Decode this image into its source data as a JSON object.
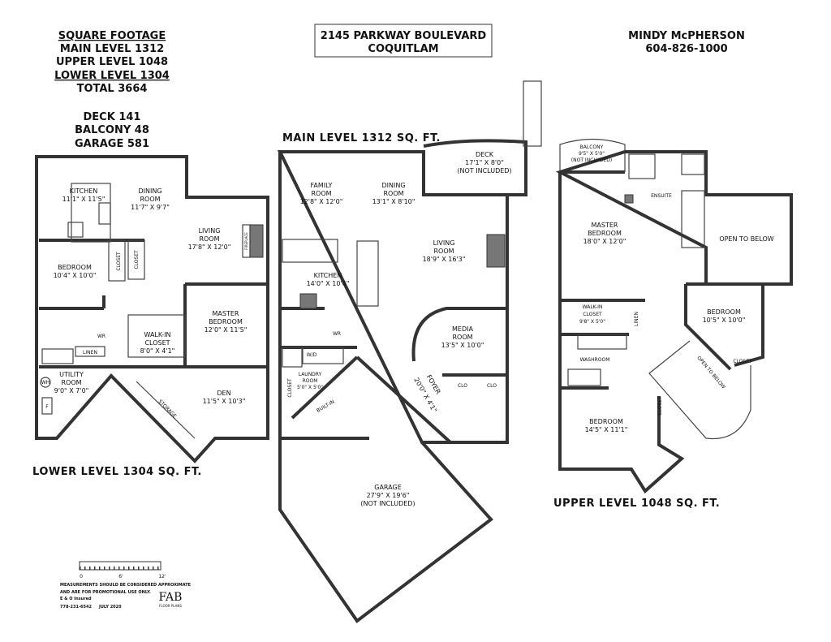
{
  "header": {
    "sqft_title": "SQUARE FOOTAGE",
    "main_level": "MAIN LEVEL 1312",
    "upper_level": "UPPER LEVEL 1048",
    "lower_level": "LOWER LEVEL 1304",
    "total": "TOTAL 3664",
    "deck": "DECK 141",
    "balcony": "BALCONY 48",
    "garage": "GARAGE 581",
    "address_line1": "2145 PARKWAY BOULEVARD",
    "address_line2": "COQUITLAM",
    "agent_name": "MINDY McPHERSON",
    "agent_phone": "604-826-1000"
  },
  "lower": {
    "title": "LOWER LEVEL 1304 SQ. FT.",
    "rooms": [
      {
        "name": "KITCHEN",
        "dims": "11'1\" X 11'5\""
      },
      {
        "name": "DINING",
        "name2": "ROOM",
        "dims": "11'7\" X 9'7\""
      },
      {
        "name": "LIVING",
        "name2": "ROOM",
        "dims": "17'8\" X 12'0\""
      },
      {
        "name": "BEDROOM",
        "dims": "10'4\" X 10'0\""
      },
      {
        "name": "MASTER",
        "name2": "BEDROOM",
        "dims": "12'0\" X 11'5\""
      },
      {
        "name": "WALK-IN",
        "name2": "CLOSET",
        "dims": "8'0\" X 4'1\""
      },
      {
        "name": "UTILITY",
        "name2": "ROOM",
        "dims": "9'0\" X 7'0\""
      },
      {
        "name": "DEN",
        "dims": "11'5\" X 10'3\""
      }
    ],
    "labels": {
      "closet": "CLOSET",
      "wr": "WR",
      "linen": "LINEN",
      "storage": "STORAGE",
      "wh": "WH",
      "f": "F",
      "fireplace": "FIREPLACE"
    }
  },
  "main": {
    "title": "MAIN LEVEL 1312 SQ. FT.",
    "rooms": [
      {
        "name": "FAMILY",
        "name2": "ROOM",
        "dims": "12'8\" X 12'0\""
      },
      {
        "name": "DINING",
        "name2": "ROOM",
        "dims": "13'1\" X 8'10\""
      },
      {
        "name": "DECK",
        "dims": "17'1\" X 8'0\"",
        "note": "(NOT INCLUDED)"
      },
      {
        "name": "LIVING",
        "name2": "ROOM",
        "dims": "18'9\" X 16'3\""
      },
      {
        "name": "KITCHEN",
        "dims": "14'0\" X 10'4\""
      },
      {
        "name": "MEDIA",
        "name2": "ROOM",
        "dims": "13'5\" X 10'0\""
      },
      {
        "name": "LAUNDRY",
        "name2": "ROOM",
        "dims": "5'0\" X 5'0\""
      },
      {
        "name": "FOYER",
        "dims": "20'0\" X 4'1\""
      },
      {
        "name": "GARAGE",
        "dims": "27'9\" X 19'6\"",
        "note": "(NOT INCLUDED)"
      }
    ],
    "labels": {
      "wr": "WR",
      "clo": "CLO",
      "closet": "CLOSET",
      "wd": "W/D",
      "builtin": "BUILT-IN"
    }
  },
  "upper": {
    "title": "UPPER LEVEL 1048 SQ. FT.",
    "rooms": [
      {
        "name": "BALCONY",
        "dims": "9'5\" X 5'0\"",
        "note": "(NOT INCLUDED)"
      },
      {
        "name": "ENSUITE"
      },
      {
        "name": "MASTER",
        "name2": "BEDROOM",
        "dims": "18'0\" X 12'0\""
      },
      {
        "name": "OPEN TO BELOW"
      },
      {
        "name": "WALK-IN",
        "name2": "CLOSET",
        "dims": "9'8\" X 5'0\""
      },
      {
        "name": "BEDROOM",
        "dims": "10'5\" X 10'0\""
      },
      {
        "name": "WASHROOM"
      },
      {
        "name": "BEDROOM",
        "dims": "14'5\" X 11'1\""
      }
    ],
    "labels": {
      "linen": "LINEN",
      "closet": "CLOSET",
      "open_below": "OPEN TO BELOW"
    }
  },
  "footer": {
    "scale_0": "0",
    "scale_6": "6'",
    "scale_12": "12'",
    "disclaimer1": "MEASUREMENTS SHOULD BE CONSIDERED APPROXIMATE",
    "disclaimer2": "AND ARE FOR PROMOTIONAL USE ONLY.",
    "insured": "E & O Insured",
    "phone": "778-231-6542",
    "date": "JULY 2020",
    "logo": "FAB",
    "logo_sub": "FLOOR PLANS"
  }
}
